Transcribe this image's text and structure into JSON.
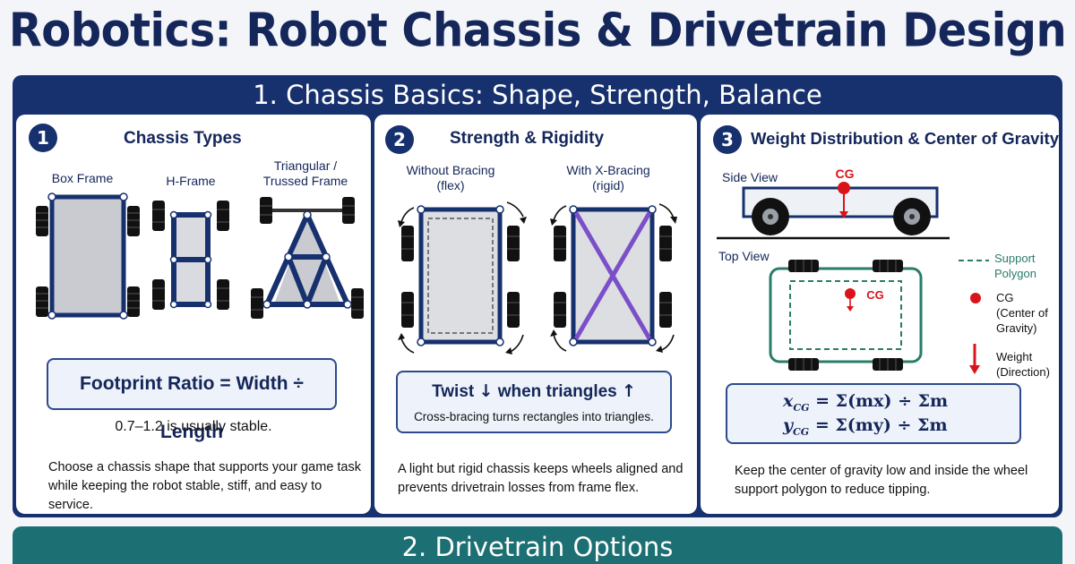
{
  "title": "Robotics: Robot Chassis & Drivetrain Design",
  "section1": {
    "header": "1. Chassis Basics: Shape, Strength, Balance",
    "panel1": {
      "number": "1",
      "title": "Chassis Types",
      "types": {
        "box": "Box Frame",
        "h": "H-Frame",
        "tri_line1": "Triangular /",
        "tri_line2": "Trussed Frame"
      },
      "formula": "Footprint Ratio = Width ÷ Length",
      "note": "0.7–1.2 is usually stable.",
      "description": "Choose a chassis shape that supports your game task while keeping the robot stable, stiff, and easy to service."
    },
    "panel2": {
      "number": "2",
      "title": "Strength & Rigidity",
      "left_label_1": "Without Bracing",
      "left_label_2": "(flex)",
      "right_label_1": "With X-Bracing",
      "right_label_2": "(rigid)",
      "box_twist": "Twist",
      "box_down_arrow": "↓",
      "box_when": "when triangles",
      "box_up_arrow": "↑",
      "box_sub": "Cross-bracing turns rectangles into triangles.",
      "description": "A light but rigid chassis keeps wheels aligned and prevents drivetrain losses from frame flex."
    },
    "panel3": {
      "number": "3",
      "title": "Weight Distribution & Center of Gravity",
      "side_view": "Side View",
      "top_view": "Top View",
      "cg": "CG",
      "legend_support_1": "Support",
      "legend_support_2": "Polygon",
      "legend_cg_1": "CG",
      "legend_cg_2": "(Center of",
      "legend_cg_3": "Gravity)",
      "legend_weight_1": "Weight",
      "legend_weight_2": "(Direction)",
      "formula_x": "x",
      "formula_y": "y",
      "formula_sub": "CG",
      "formula_x_rhs": " = Σ(mx) ÷ Σm",
      "formula_y_rhs": " = Σ(my) ÷ Σm",
      "description": "Keep the center of gravity low and inside the wheel support polygon to reduce tipping."
    }
  },
  "section2": {
    "header": "2. Drivetrain Options"
  },
  "colors": {
    "navy": "#17306e",
    "teal": "#1c6f72",
    "purple": "#7b4fc9",
    "red": "#d8141a",
    "green_dashed": "#2a7c6a"
  }
}
